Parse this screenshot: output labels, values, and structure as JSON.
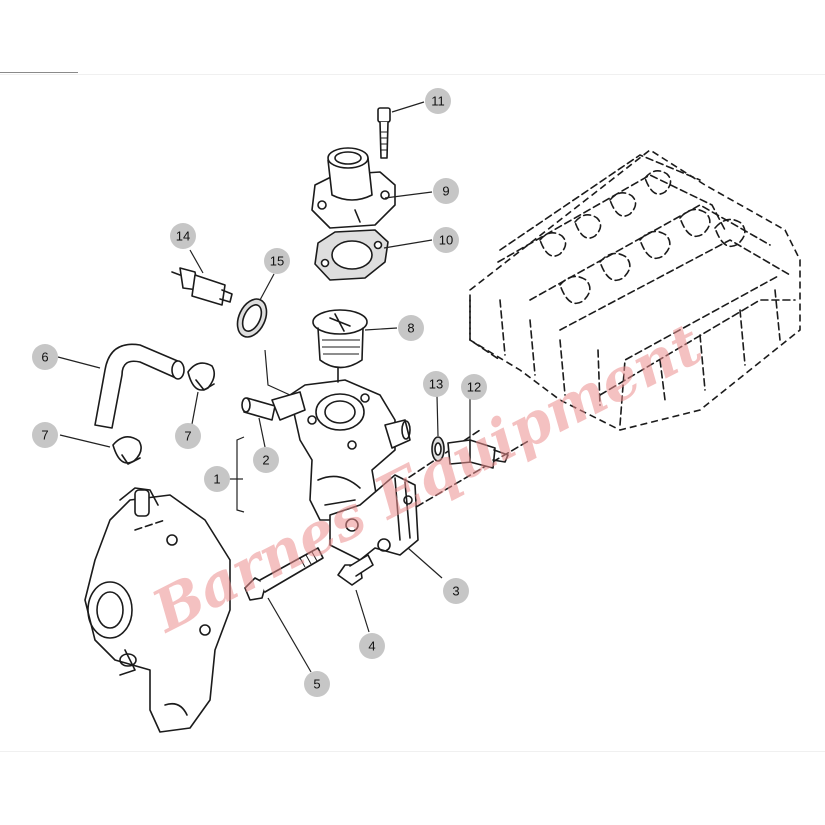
{
  "watermark": "Barnes Equipment",
  "callouts": [
    "1",
    "2",
    "3",
    "4",
    "5",
    "6",
    "7",
    "7",
    "8",
    "9",
    "10",
    "11",
    "12",
    "13",
    "14",
    "15"
  ],
  "colors": {
    "badge": "#c6c6c6",
    "watermark": "#ec8f8f",
    "line": "#1b1b1b"
  }
}
